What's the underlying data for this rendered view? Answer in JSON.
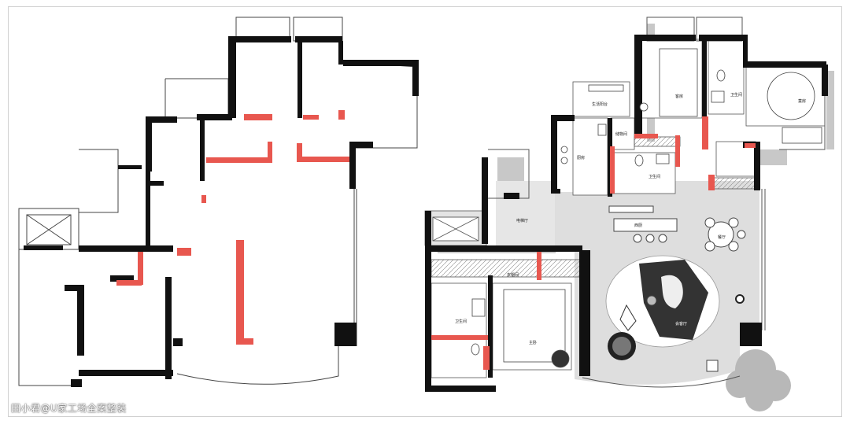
{
  "watermark": "田小君@U家工场全案整装",
  "colors": {
    "wall": "#111111",
    "new_wall": "#e8574f",
    "floor": "#dedede",
    "shadow": "#9a9a9a",
    "outline": "#555555"
  },
  "plan_after": {
    "room_labels": {
      "bedroom_top": "客房",
      "bath_top": "卫生间",
      "kids_room": "童房",
      "laundry_balcony": "生活阳台",
      "kitchen": "厨房",
      "storage": "储物间",
      "bath_mid": "卫生间",
      "elevator_hall": "电梯厅",
      "island": "西厨",
      "dining": "餐厅",
      "walk_in_closet": "衣帽间",
      "master_bath": "卫生间",
      "master_bedroom": "主卧",
      "living_room": "会客厅"
    }
  }
}
